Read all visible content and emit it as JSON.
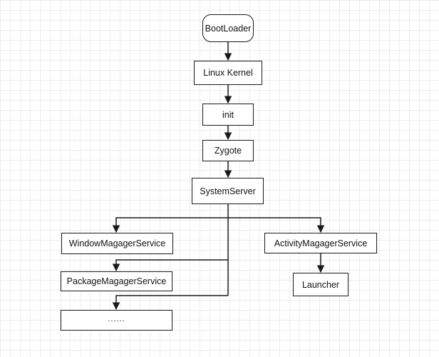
{
  "nodes": {
    "bootloader": "BootLoader",
    "linux_kernel": "Linux Kernel",
    "init": "init",
    "zygote": "Zygote",
    "system_server": "SystemServer",
    "window_manager_service": "WindowMagagerService",
    "package_manager_service": "PackageMagagerService",
    "more": "......",
    "activity_manager_service": "ActivityMagagerService",
    "launcher": "Launcher"
  },
  "colors": {
    "line": "#1a1a1a",
    "grid": "#ececec",
    "node_fill": "#ffffff"
  }
}
